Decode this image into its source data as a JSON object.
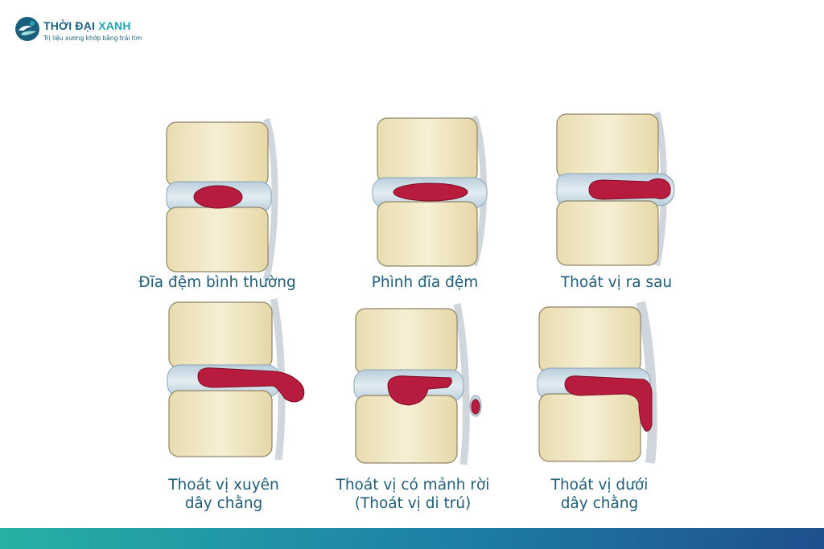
{
  "brand": {
    "name_part1": "THỜI ĐẠI ",
    "name_part2": "XANH",
    "tagline": "Trị liệu xương khớp bằng trái tim"
  },
  "colors": {
    "brand_dark": "#1b5f7e",
    "brand_accent": "#28a6b0",
    "bone": "#f1e8c6",
    "disc": "#c7d9e3",
    "nucleus": "#b71c3e",
    "caption": "#215e77"
  },
  "panels": [
    {
      "id": "normal",
      "caption_lines": [
        "Đĩa đệm bình thường"
      ]
    },
    {
      "id": "bulging",
      "caption_lines": [
        "Phình đĩa đệm"
      ]
    },
    {
      "id": "posterior",
      "caption_lines": [
        "Thoát vị ra sau"
      ]
    },
    {
      "id": "transligamentous",
      "caption_lines": [
        "Thoát vị xuyên",
        "dây chằng"
      ]
    },
    {
      "id": "sequestered",
      "caption_lines": [
        "Thoát vị có mảnh rời",
        "(Thoát vị di trú)"
      ]
    },
    {
      "id": "subligamentous",
      "caption_lines": [
        "Thoát vị dưới",
        "dây chằng"
      ]
    }
  ]
}
